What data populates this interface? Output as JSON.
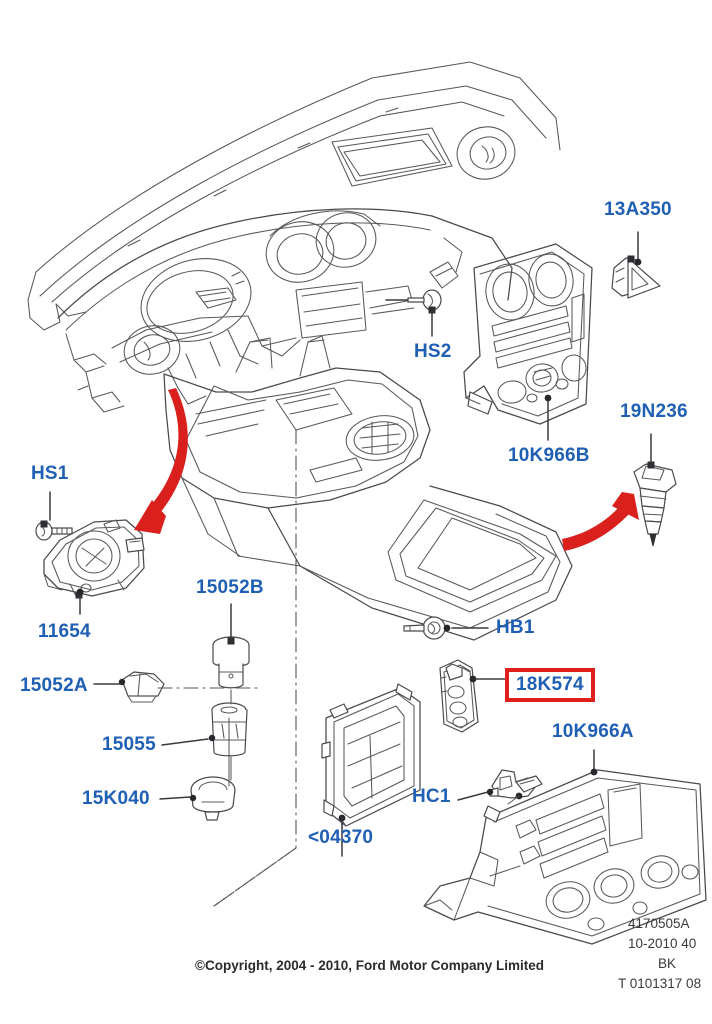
{
  "diagram": {
    "title": "Ford instrument panel and console switches / finish panels exploded view",
    "accent_label_color": "#1f5fb4",
    "highlight_box_color": "#e0201b",
    "arrow_color": "#d9201c",
    "line_art_color": "#58585c"
  },
  "callouts": [
    {
      "id": "13A350",
      "label": "13A350",
      "part": "hazard-warning-flasher-switch"
    },
    {
      "id": "HS2",
      "label": "HS2",
      "part": "screw-hs2"
    },
    {
      "id": "10K966B",
      "label": "10K966B",
      "part": "centre-console-finish-panel-upper"
    },
    {
      "id": "19N236",
      "label": "19N236",
      "part": "cigar-lighter-socket-assembly"
    },
    {
      "id": "HS1",
      "label": "HS1",
      "part": "screw-hs1"
    },
    {
      "id": "11654",
      "label": "11654",
      "part": "headlamp-switch"
    },
    {
      "id": "15052B",
      "label": "15052B",
      "part": "cigar-lighter-knob-element"
    },
    {
      "id": "15052A",
      "label": "15052A",
      "part": "cigar-lighter-cap"
    },
    {
      "id": "15055",
      "label": "15055",
      "part": "cigar-lighter-barrel"
    },
    {
      "id": "15K040",
      "label": "15K040",
      "part": "cigar-lighter-housing-ring"
    },
    {
      "id": "HB1",
      "label": "HB1",
      "part": "bolt-hb1"
    },
    {
      "id": "18K574",
      "label": "18K574",
      "part": "window-switch-module",
      "highlighted": true
    },
    {
      "id": "10K966A",
      "label": "10K966A",
      "part": "centre-console-finish-panel-lower"
    },
    {
      "id": "04370",
      "label": "<04370",
      "part": "air-vent-register"
    },
    {
      "id": "HC1",
      "label": "HC1",
      "part": "clip-hc1"
    }
  ],
  "footer": {
    "drawing_number": "4170505A",
    "date_code": "10-2010 40",
    "colour_code": "BK",
    "sheet_code": "T 0101317 08",
    "copyright": "©Copyright, 2004 - 2010, Ford Motor Company Limited"
  }
}
